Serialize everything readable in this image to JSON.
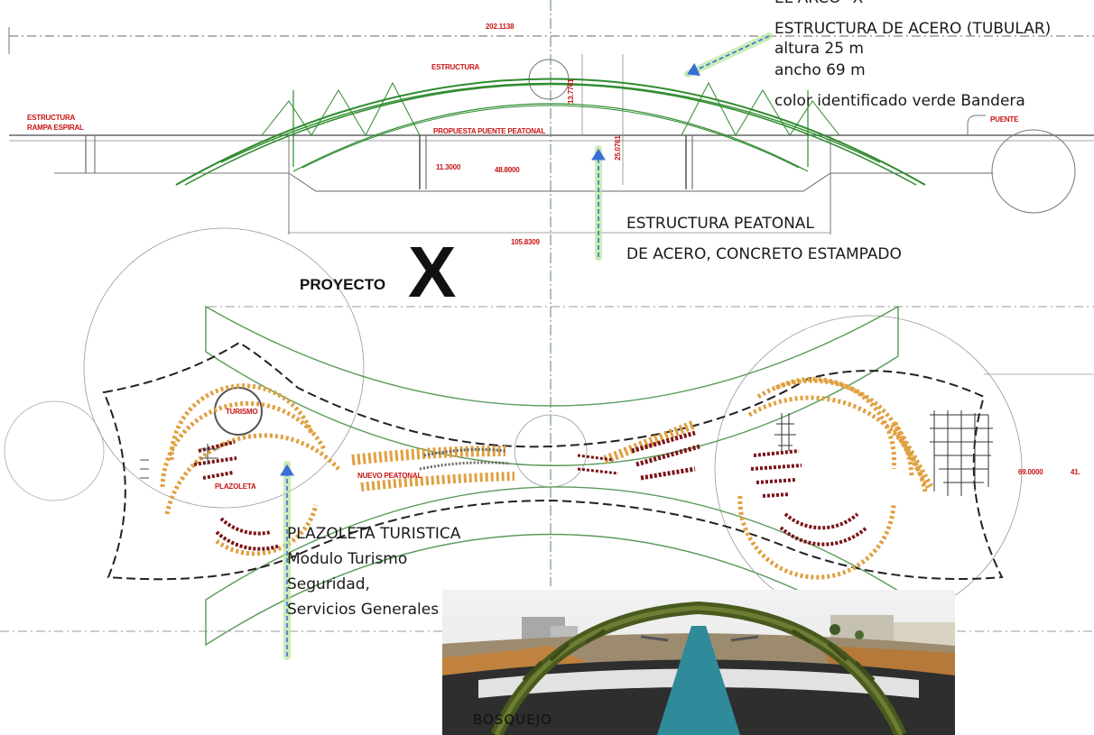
{
  "callouts": {
    "arco_title": "EL ARCO \"X\"",
    "arco_lines": [
      "ESTRUCTURA DE ACERO (TUBULAR)",
      "altura 25 m",
      "ancho 69 m",
      "color identificado verde Bandera"
    ],
    "peatonal_lines": [
      "ESTRUCTURA PEATONAL",
      "DE ACERO, CONCRETO ESTAMPADO"
    ],
    "plazoleta_lines": [
      "PLAZOLETA TURISTICA",
      "Modulo Turismo",
      "Seguridad,",
      "Servicios Generales"
    ]
  },
  "plan_labels": {
    "dim_top": "202.1138",
    "estructura": "ESTRUCTURA",
    "rampa_1": "ESTRUCTURA",
    "rampa_2": "RAMPA ESPIRAL",
    "propuesta": "PROPUESTA PUENTE PEATONAL",
    "dim_13": "13.7761",
    "dim_25": "25.0761",
    "puente": "PUENTE",
    "dim_11": "11.3000",
    "dim_48": "48.8000",
    "dim_105": "105.8309",
    "turismo": "TURISMO",
    "plazoleta": "PLAZOLETA",
    "nuevo_peatonal": "NUEVO PEATONAL",
    "dim_69": "69.0000",
    "dim_41": "41."
  },
  "title": {
    "proyecto": "PROYECTO",
    "x": "X"
  },
  "sketch": {
    "caption": "BOSQUEJO"
  },
  "colors": {
    "arch_green": "#2e8b2e",
    "plan_red": "#c81414",
    "paver_orange": "#e0a040",
    "paver_maroon": "#7a1418",
    "arrow_blue": "#3a6fd8",
    "glow_green": "#b6e59a"
  }
}
